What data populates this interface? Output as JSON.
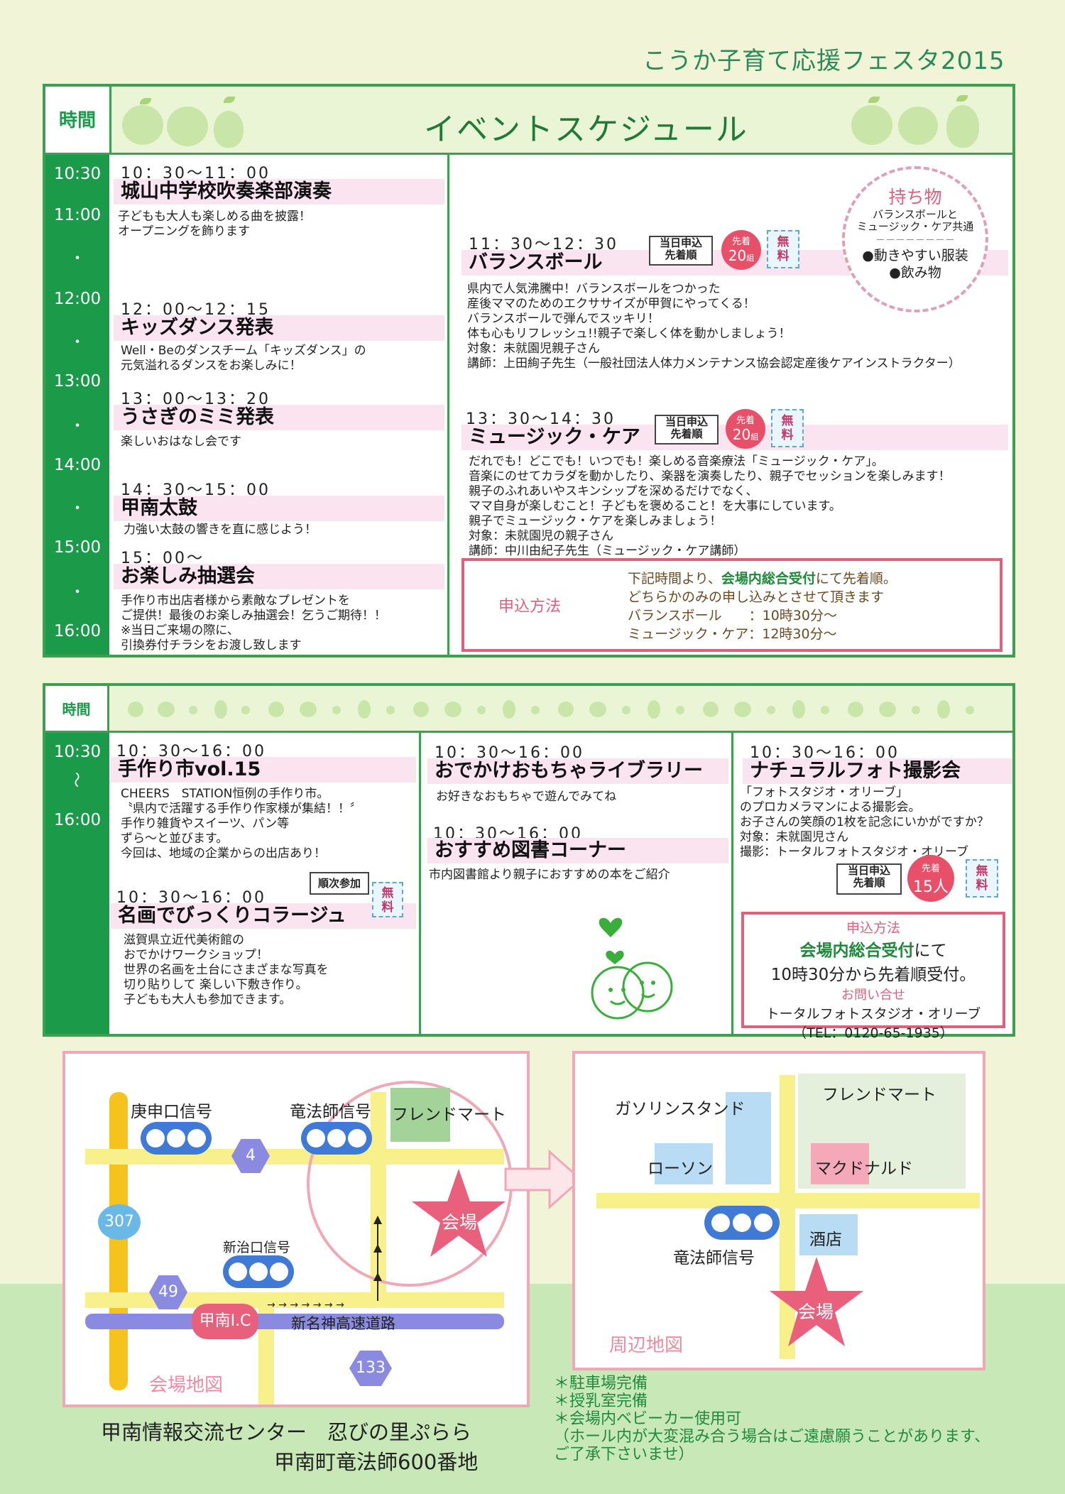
{
  "header": {
    "fest_title": "こうか子育て応援フェスタ2015"
  },
  "schedule1": {
    "time_label": "時間",
    "title": "イベントスケジュール",
    "times": [
      "10:30",
      "11:00",
      "12:00",
      "13:00",
      "14:00",
      "15:00",
      "16:00"
    ],
    "dot": "・",
    "left_events": [
      {
        "time": "10：30～11：00",
        "title": "城山中学校吹奏楽部演奏",
        "desc": "子どもも大人も楽しめる曲を披露！\nオープニングを飾ります"
      },
      {
        "time": "12：00～12：15",
        "title": "キッズダンス発表",
        "desc": "Well・Beのダンスチーム「キッズダンス」の\n元気溢れるダンスをお楽しみに！"
      },
      {
        "time": "13：00～13：20",
        "title": "うさぎのミミ発表",
        "desc": "楽しいおはなし会です"
      },
      {
        "time": "14：30～15：00",
        "title": "甲南太鼓",
        "desc": "力強い太鼓の響きを直に感じよう！"
      },
      {
        "time": "15：00～",
        "title": "お楽しみ抽選会",
        "desc": "手作り市出店者様から素敵なプレゼントを\nご提供！最後のお楽しみ抽選会！乞うご期待！！\n※当日ご来場の際に、\n引換券付チラシをお渡し致します"
      }
    ],
    "right_events": [
      {
        "time": "11：30～12：30",
        "title": "バランスボール",
        "desc": "県内で人気沸騰中！バランスボールをつかった\n産後ママのためのエクササイズが甲賀にやってくる！\nバランスボールで弾んでスッキリ！\n体も心もリフレッシュ!!親子で楽しく体を動かしましょう！\n対象：未就園児親子さん\n講師：上田絢子先生（一般社団法人体力メンテナンス協会認定産後ケアインストラクター）"
      },
      {
        "time": "13：30～14：30",
        "title": "ミュージック・ケア",
        "desc": "だれでも！どこでも！いつでも！楽しめる音楽療法「ミュージック・ケア」。\n音楽にのせてカラダを動かしたり、楽器を演奏したり、親子でセッションを楽しみます！\n親子のふれあいやスキンシップを深めるだけでなく、\nママ自身が楽しむこと！子どもを褒めること！を大事にしています。\n親子でミュージック・ケアを楽しみましょう！\n対象：未就園児の親子さん\n講師：中川由紀子先生（ミュージック・ケア講師）"
      }
    ],
    "badges": {
      "sameday": "当日申込\n先着順",
      "first": "先着",
      "count20": "20",
      "kumi": "組",
      "free": "無\n料"
    },
    "mochimono": {
      "title": "持ち物",
      "sub": "バランスボールと\nミュージック・ケア共通",
      "dashes": "－－－－－－－－",
      "items": "●動きやすい服装\n●飲み物"
    },
    "apply": {
      "label": "申込方法",
      "line1_pre": "下記時間より、",
      "line1_em": "会場内総合受付",
      "line1_post": "にて先着順。",
      "line2": "どちらかのみの申し込みとさせて頂きます",
      "line3": "バランスボール　　：10時30分～",
      "line4": "ミュージック・ケア：12時30分～"
    }
  },
  "schedule2": {
    "time_label": "時間",
    "time_from": "10:30",
    "tilde": "～",
    "time_to": "16:00",
    "col1": [
      {
        "time": "10：30～16：00",
        "title": "手作り市vol.15",
        "desc": "CHEERS　STATION恒例の手作り市。\n〝県内で活躍する手作り作家様が集結！！〞\n手作り雑貨やスイーツ、パン等\nずら～と並びます。\n今回は、地域の企業からの出店あり！"
      },
      {
        "time": "10：30～16：00",
        "title": "名画でびっくりコラージュ",
        "desc": "滋賀県立近代美術館の\nおでかけワークショップ！\n世界の名画を土台にさまざまな写真を\n切り貼りして 楽しい下敷き作り。\n子どもも大人も参加できます。"
      }
    ],
    "order_badge": "順次参加",
    "col2": [
      {
        "time": "10：30～16：00",
        "title": "おでかけおもちゃライブラリー",
        "desc": "お好きなおもちゃで遊んでみてね"
      },
      {
        "time": "10：30～16：00",
        "title": "おすすめ図書コーナー",
        "desc": "市内図書館より親子におすすめの本をご紹介"
      }
    ],
    "col3": {
      "time": "10：30～16：00",
      "title": "ナチュラルフォト撮影会",
      "desc": "「フォトスタジオ・オリーブ」\nのプロカメラマンによる撮影会。\nお子さんの笑顔の1枚を記念にいかがですか？\n対象：未就園児さん\n撮影：トータルフォトスタジオ・オリーブ"
    },
    "badge15": {
      "first": "先着",
      "count": "15人"
    },
    "apply": {
      "label": "申込方法",
      "em": "会場内総合受付",
      "post": "にて",
      "line2": "10時30分から先着順受付。",
      "contact_label": "お問い合せ",
      "contact_name": "トータルフォトスタジオ・オリーブ",
      "tel": "（TEL：0120-65-1935）"
    }
  },
  "map1": {
    "label": "会場地図",
    "places": [
      "庚申口信号",
      "竜法師信号",
      "フレンドマート",
      "新治口信号",
      "会場",
      "甲南I.C",
      "新名神高速道路"
    ],
    "routes": [
      "4",
      "307",
      "49",
      "133"
    ]
  },
  "map2": {
    "label": "周辺地図",
    "places": [
      "ガソリンスタンド",
      "フレンドマート",
      "ローソン",
      "マクドナルド",
      "竜法師信号",
      "酒店",
      "会場"
    ]
  },
  "venue": {
    "name": "甲南情報交流センター　忍びの里ぷらら",
    "address": "甲南町竜法師600番地"
  },
  "notes": [
    "＊駐車場完備",
    "＊授乳室完備",
    "＊会場内ベビーカー使用可",
    "（ホール内が大変混み合う場合はご遠慮願うことがあります、\nご了承下さいませ）"
  ]
}
